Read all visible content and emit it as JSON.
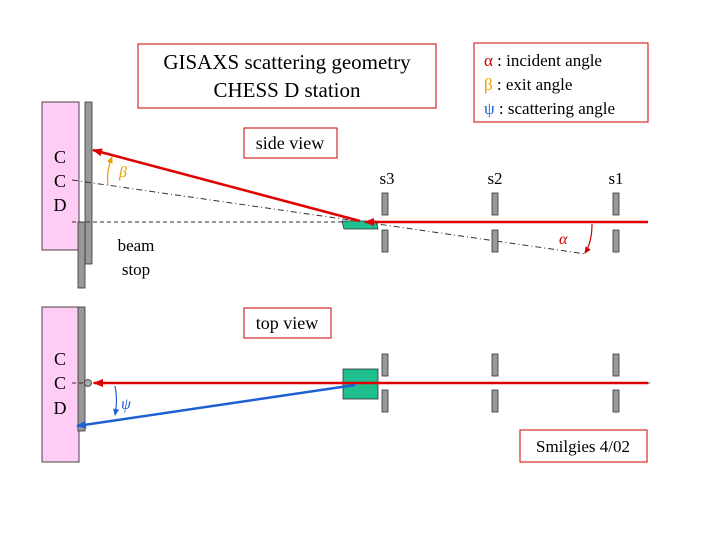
{
  "title": {
    "line1": "GISAXS scattering geometry",
    "line2": "CHESS D station"
  },
  "legend": [
    {
      "symbol": "α",
      "text": " : incident angle",
      "color": "#cc0000"
    },
    {
      "symbol": "β",
      "text": " : exit angle",
      "color": "#e8a000"
    },
    {
      "symbol": "ψ",
      "text": " : scattering angle",
      "color": "#1f5fd6"
    }
  ],
  "side_view": {
    "label": "side view",
    "ccd_letters": [
      "C",
      "C",
      "D"
    ],
    "slit_labels": [
      "s3",
      "s2",
      "s1"
    ],
    "beam_stop": {
      "line1": "beam",
      "line2": "stop"
    },
    "incident_angle_symbol": "α",
    "exit_angle_symbol": "β"
  },
  "top_view": {
    "label": "top view",
    "ccd_letters": [
      "C",
      "C",
      "D"
    ],
    "scattering_angle_symbol": "ψ"
  },
  "credit": "Smilgies 4/02",
  "colors": {
    "box_border": "#cc0000",
    "beam": "#e00000",
    "scattered_top": "#1f5fd6",
    "sample": "#1fbf8f",
    "ccd_fill": "#ffccf5",
    "slit": "#999999",
    "exit_angle": "#e8a000"
  }
}
